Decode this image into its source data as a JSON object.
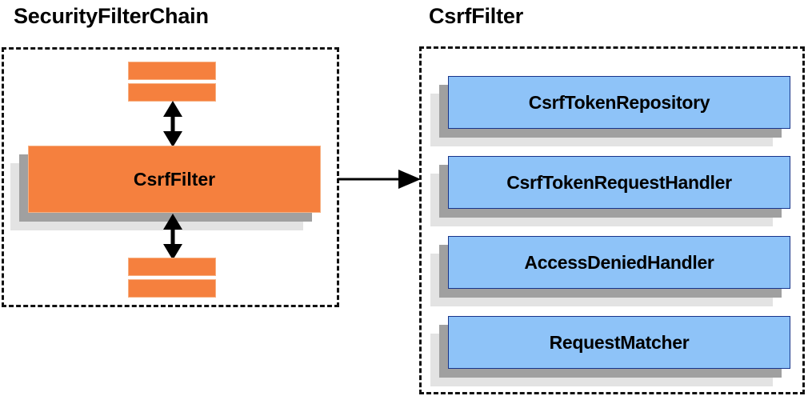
{
  "diagram": {
    "type": "component-diagram",
    "panels": [
      {
        "id": "security-filter-chain",
        "title": "SecurityFilterChain",
        "bordered": true,
        "border_style": "dashed",
        "nodes": [
          {
            "id": "bar-top-1",
            "label": "",
            "kind": "bar",
            "color": "#f5803e"
          },
          {
            "id": "bar-top-2",
            "label": "",
            "kind": "bar",
            "color": "#f5803e"
          },
          {
            "id": "csrf-filter",
            "label": "CsrfFilter",
            "kind": "node",
            "color": "#f5803e"
          },
          {
            "id": "bar-bottom-1",
            "label": "",
            "kind": "bar",
            "color": "#f5803e"
          },
          {
            "id": "bar-bottom-2",
            "label": "",
            "kind": "bar",
            "color": "#f5803e"
          }
        ],
        "connectors": [
          {
            "id": "arrow-above-csrf",
            "kind": "double-headed-vertical"
          },
          {
            "id": "arrow-below-csrf",
            "kind": "double-headed-vertical"
          }
        ]
      },
      {
        "id": "csrf-filter-detail",
        "title": "CsrfFilter",
        "bordered": true,
        "border_style": "dashed",
        "nodes": [
          {
            "id": "csrf-token-repository",
            "label": "CsrfTokenRepository",
            "kind": "node",
            "color": "#8ec3f8"
          },
          {
            "id": "csrf-token-request-handler",
            "label": "CsrfTokenRequestHandler",
            "kind": "node",
            "color": "#8ec3f8"
          },
          {
            "id": "access-denied-handler",
            "label": "AccessDeniedHandler",
            "kind": "node",
            "color": "#8ec3f8"
          },
          {
            "id": "request-matcher",
            "label": "RequestMatcher",
            "kind": "node",
            "color": "#8ec3f8"
          }
        ]
      }
    ],
    "cross_panel_connector": {
      "id": "expand-arrow",
      "kind": "single-headed-horizontal",
      "from": "security-filter-chain",
      "to": "csrf-filter-detail",
      "label": ""
    },
    "colors": {
      "orange_fill": "#f5803e",
      "orange_border": "#f7b183",
      "blue_fill": "#8ec3f8",
      "blue_border": "#17348a",
      "shadow_near": "#a0a0a0",
      "shadow_far": "#e3e3e3",
      "line": "#111111",
      "text": "#000000",
      "background": "#ffffff"
    }
  }
}
